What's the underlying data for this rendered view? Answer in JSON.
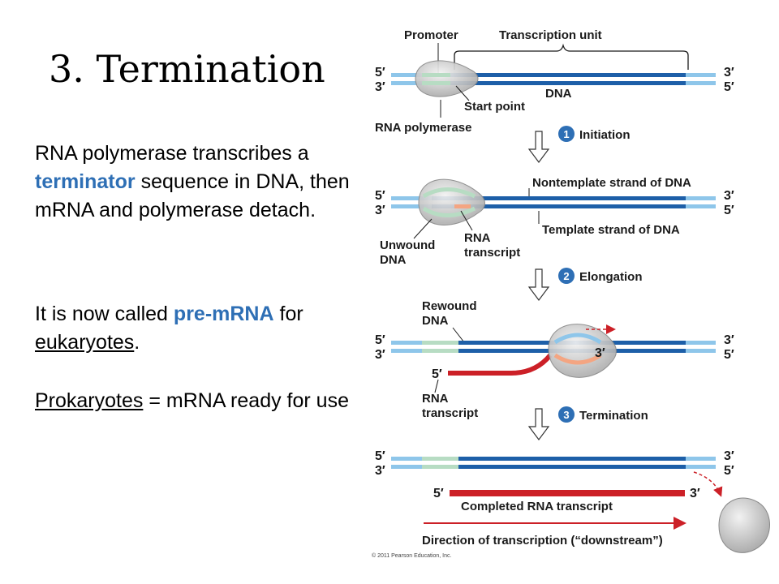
{
  "slide": {
    "title": "3. Termination",
    "para1": {
      "t1": "RNA polymerase transcribes a ",
      "t2": "terminator",
      "t3": " sequence in DNA, then mRNA and polymerase detach."
    },
    "para2": {
      "t1": "It is now called ",
      "t2": "pre-mRNA",
      "t3": " for ",
      "t4": "eukaryotes",
      "t5": "."
    },
    "para3": {
      "t1": "Prokaryotes",
      "t2": " = mRNA ready for use"
    }
  },
  "diagram": {
    "promoter": "Promoter",
    "transcription_unit": "Transcription unit",
    "dna": "DNA",
    "start_point": "Start point",
    "rna_polymerase": "RNA polymerase",
    "step1": {
      "num": "1",
      "label": "Initiation"
    },
    "nontemplate": "Nontemplate strand of DNA",
    "template": "Template strand of DNA",
    "unwound_1": "Unwound",
    "unwound_2": "DNA",
    "rna_transcript_1": "RNA",
    "rna_transcript_2": "transcript",
    "step2": {
      "num": "2",
      "label": "Elongation"
    },
    "rewound_1": "Rewound",
    "rewound_2": "DNA",
    "step3": {
      "num": "3",
      "label": "Termination"
    },
    "completed": "Completed RNA transcript",
    "direction": "Direction of transcription (“downstream”)",
    "copyright": "© 2011 Pearson Education, Inc.",
    "five_prime": "5′",
    "three_prime": "3′"
  },
  "colors": {
    "accent_text": "#2e6fb5",
    "dna_blue": "#1d5fa8",
    "rna_red": "#cc2027",
    "step_badge": "#2e6fb5"
  }
}
